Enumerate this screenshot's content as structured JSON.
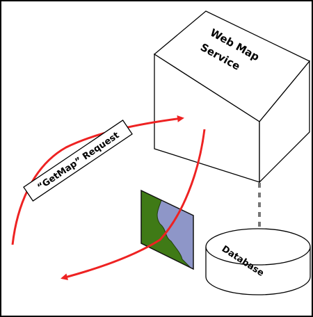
{
  "diagram": {
    "labels": {
      "web_map_service_line1": "Web Map",
      "web_map_service_line2": "Service",
      "getmap_request": "“GetMap” Request",
      "database": "Database"
    },
    "colors": {
      "frame": "#000000",
      "cube_fill": "#ffffff",
      "arrow": "#ee2222",
      "connector": "#777777",
      "map_land": "#3f7a16",
      "map_water": "#8e96c8",
      "map_outline": "#111111"
    },
    "icons": {
      "map_tile": "map-thumbnail-icon",
      "database": "database-cylinder-icon",
      "service": "server-cube-icon"
    }
  }
}
